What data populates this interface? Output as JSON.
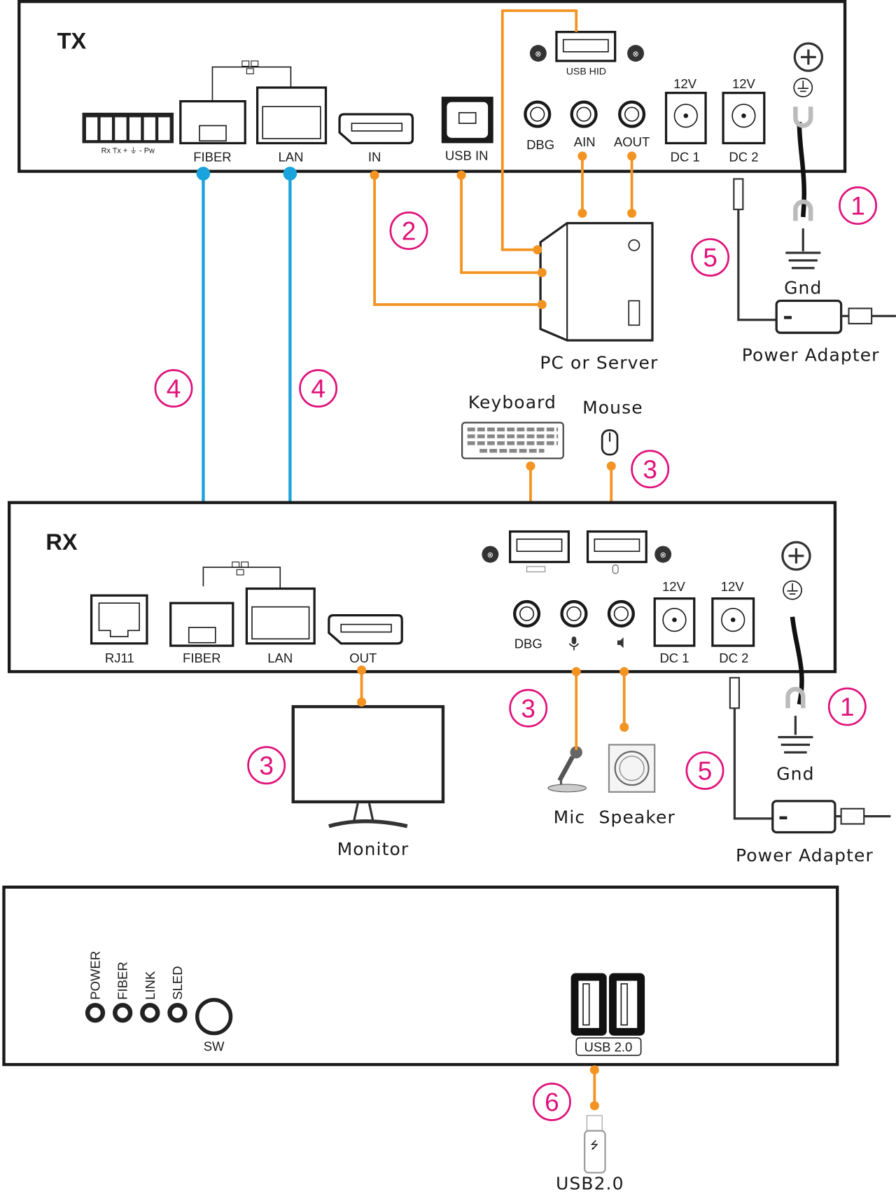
{
  "tx": {
    "title": "TX",
    "terminal_labels": "Rx  Tx  +  ⏚  -  Pw",
    "fiber": "FIBER",
    "lan": "LAN",
    "in": "IN",
    "usb_in": "USB IN",
    "usb_hid": "USB HID",
    "dbg": "DBG",
    "ain": "AIN",
    "aout": "AOUT",
    "dc1_volt": "12V",
    "dc2_volt": "12V",
    "dc1": "DC 1",
    "dc2": "DC 2"
  },
  "rx": {
    "title": "RX",
    "rj11": "RJ11",
    "fiber": "FIBER",
    "lan": "LAN",
    "out": "OUT",
    "dbg": "DBG",
    "dc1_volt": "12V",
    "dc2_volt": "12V",
    "dc1": "DC 1",
    "dc2": "DC 2"
  },
  "front": {
    "leds": [
      "POWER",
      "FIBER",
      "LINK",
      "SLED"
    ],
    "sw": "SW",
    "usb": "USB 2.0"
  },
  "devices": {
    "pc": "PC  or Server",
    "power_adapter_tx": "Power Adapter",
    "gnd_tx": "Gnd",
    "keyboard": "Keyboard",
    "mouse": "Mouse",
    "monitor": "Monitor",
    "mic": "Mic",
    "speaker": "Speaker",
    "power_adapter_rx": "Power Adapter",
    "gnd_rx": "Gnd",
    "usb_drive": "USB2.0"
  },
  "steps": {
    "s1": "1",
    "s2": "2",
    "s3": "3",
    "s4": "4",
    "s5": "5",
    "s6": "6"
  },
  "colors": {
    "fiber_lan_cable": "#1aa3dc",
    "signal_cable": "#f39422",
    "step_number": "#e0117a"
  }
}
